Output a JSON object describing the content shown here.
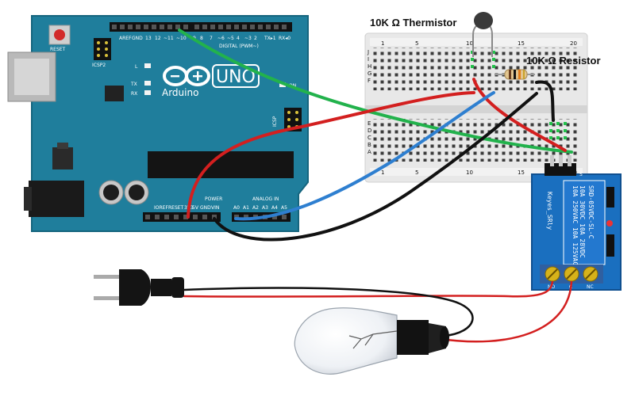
{
  "labels": {
    "thermistor": "10K Ω Thermistor",
    "resistor": "10K Ω  Resistor"
  },
  "arduino": {
    "brand": "Arduino",
    "model": "UNO",
    "reset": "RESET",
    "icsp2": "ICSP2",
    "icsp": "ICSP",
    "digital": "DIGITAL (PWM~)",
    "power": "POWER",
    "analog": "ANALOG IN",
    "led_l": "L",
    "led_tx": "TX",
    "led_rx": "RX",
    "on": "ON",
    "aref": "AREF",
    "gnd": "GND",
    "pin_13": "13",
    "pin_12": "12",
    "pin_11": "~11",
    "pin_10": "~10",
    "pin_9": "~9",
    "pin_8": "8",
    "pin_7": "7",
    "pin_6": "~6",
    "pin_5": "~5",
    "pin_4": "4",
    "pin_3": "~3",
    "pin_2": "2",
    "tx1": "TX▸1",
    "rx0": "RX◂0",
    "ioref": "IOREF",
    "reset_pin": "RESET",
    "v33": "3V3",
    "v5": "5V",
    "vin": "VIN",
    "a0": "A0",
    "a1": "A1",
    "a2": "A2",
    "a3": "A3",
    "a4": "A4",
    "a5": "A5"
  },
  "relay": {
    "brand": "Keyes_SRly",
    "model": "SRD-05VDC-SL-C",
    "rating1": "10A 250VAC  10A 125VAC",
    "rating2": "10A  30VDC  10A  28VDC",
    "no": "NO",
    "c": "C",
    "nc": "NC",
    "s": "S",
    "led": "LED"
  },
  "breadboard": {
    "col_1": "1",
    "col_5": "5",
    "col_10": "10",
    "col_15": "15",
    "col_20": "20",
    "rows_top": [
      "J",
      "I",
      "H",
      "G",
      "F"
    ],
    "rows_bottom": [
      "E",
      "D",
      "C",
      "B",
      "A"
    ]
  },
  "colors": {
    "board": "#1f7e9c",
    "board_edge": "#16657e",
    "breadboard": "#e8e8e8",
    "relay": "#1a6fbf",
    "wire_red": "#d31f1f",
    "wire_green": "#22b24c",
    "wire_blue": "#2e7fd0",
    "wire_black": "#111111",
    "thermistor": "#3a3a3a"
  }
}
